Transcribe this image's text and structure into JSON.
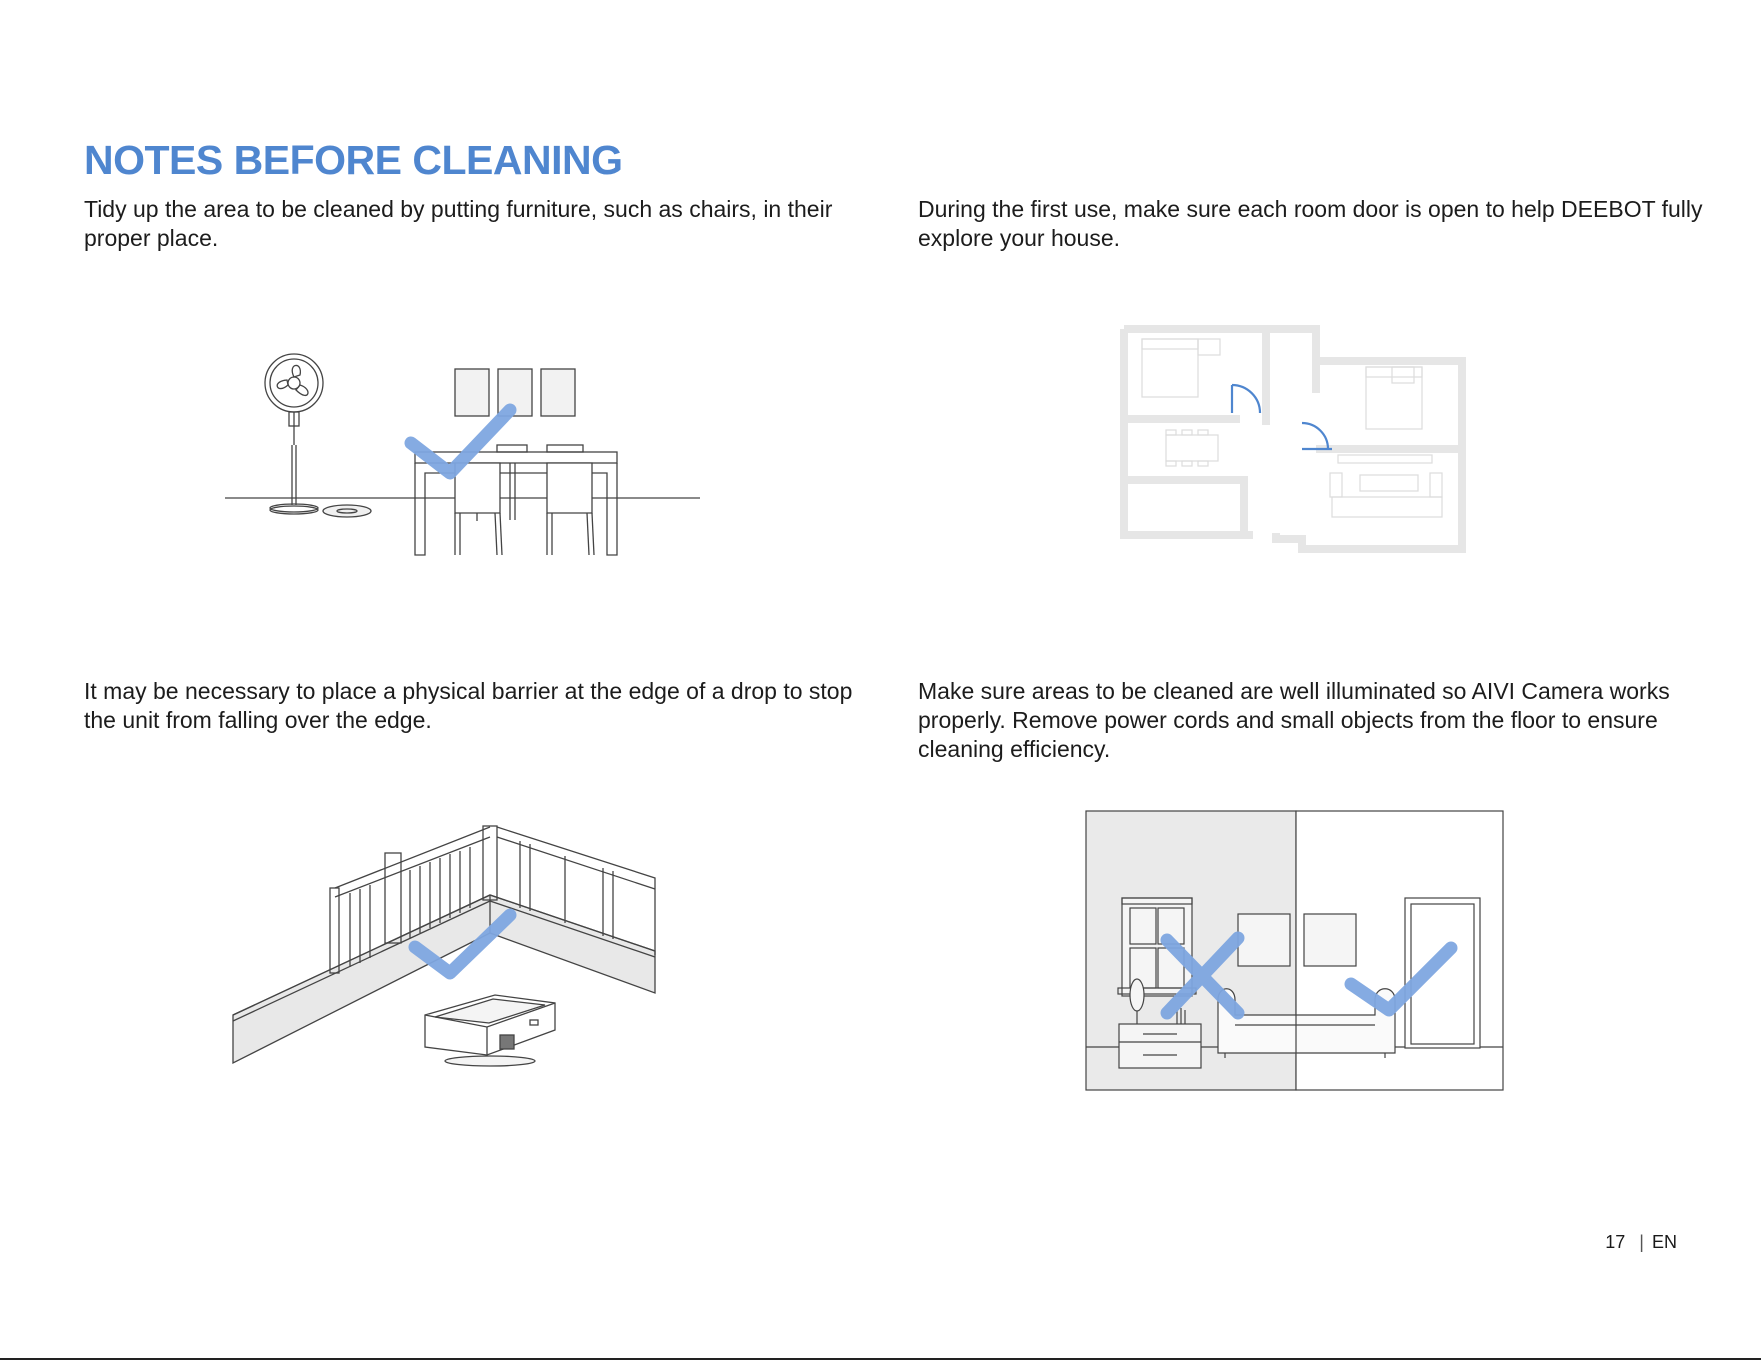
{
  "page": {
    "title": "NOTES BEFORE CLEANING",
    "notes": [
      "Tidy up the area to be cleaned by putting furniture, such as chairs, in their proper place.",
      "During the first use, make sure each room door is open to help DEEBOT fully explore your house.",
      "It may be necessary to place a physical barrier at the edge of a drop to stop the unit from falling over the edge.",
      "Make sure areas to be cleaned are well illuminated so AIVI Camera works properly. Remove power cords and small objects from the floor to ensure cleaning efficiency."
    ]
  },
  "footer": {
    "page_number": "17",
    "language": "EN"
  },
  "colors": {
    "accent": "#4f86cf",
    "check_mark": "#7ea6e0",
    "line_art": "#444444",
    "floorplan_wall": "#e6e6e6"
  }
}
